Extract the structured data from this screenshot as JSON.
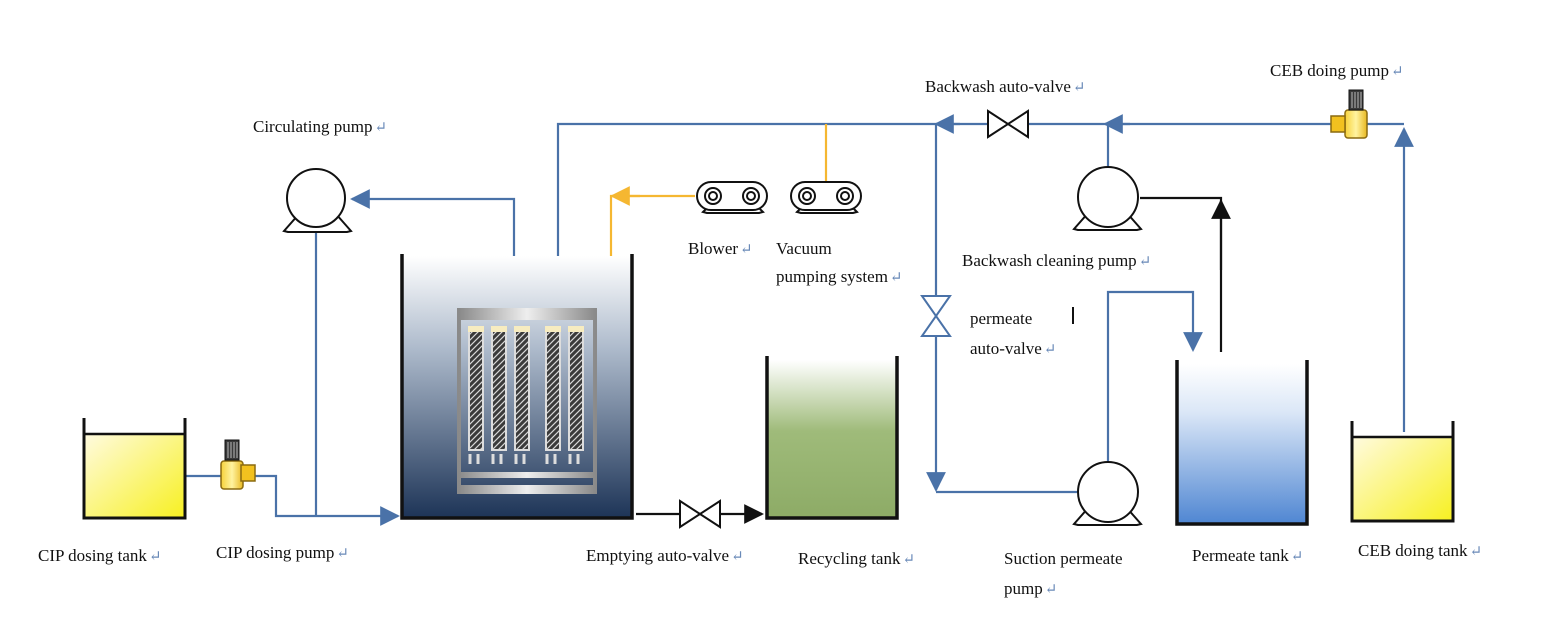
{
  "labels": {
    "circulating_pump": "Circulating pump",
    "backwash_auto_valve": "Backwash auto-valve",
    "ceb_doing_pump": "CEB doing pump",
    "blower": "Blower",
    "vacuum_line1": "Vacuum",
    "vacuum_line2": "pumping system",
    "backwash_cleaning_pump": "Backwash cleaning pump",
    "permeate_line1": "permeate",
    "permeate_line2": "auto-valve",
    "cip_dosing_tank": "CIP dosing tank",
    "cip_dosing_pump": "CIP dosing pump",
    "emptying_auto_valve": "Emptying auto-valve",
    "recycling_tank": "Recycling tank",
    "suction_line1": "Suction permeate",
    "suction_line2": "pump",
    "permeate_tank": "Permeate tank",
    "ceb_doing_tank": "CEB doing tank",
    "return_mark": "↵"
  },
  "colors": {
    "pipe_blue": "#4a72a8",
    "air_orange": "#f5b731",
    "black_line": "#111111",
    "dosing_yellow": "#f9f24a",
    "recycle_green": "#8fae6a",
    "permeate_blue": "#5a8fd6",
    "bioreactor_navy": "#1d3457"
  }
}
